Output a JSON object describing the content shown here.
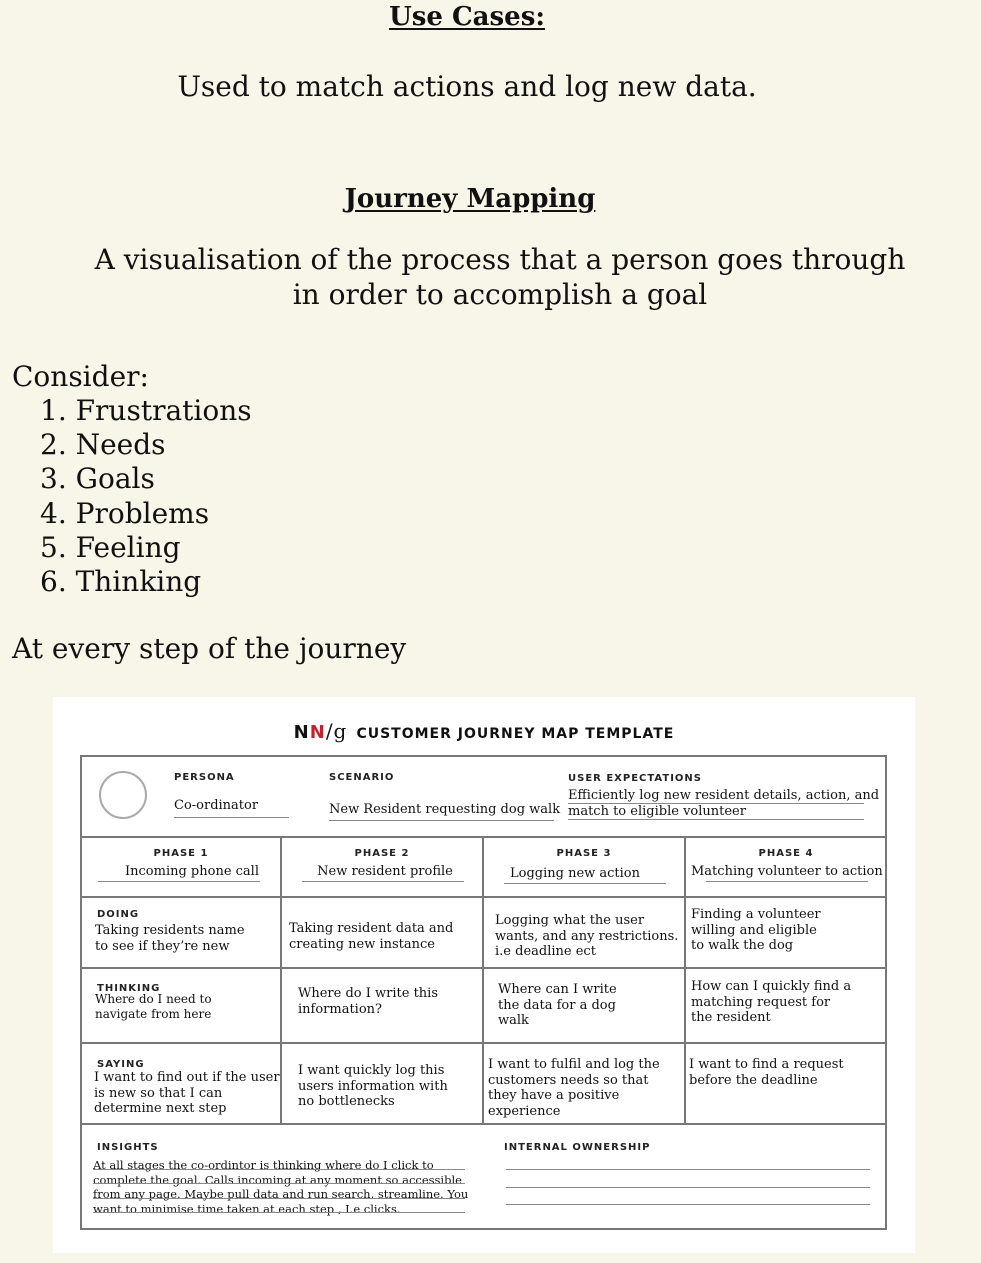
{
  "use_cases": {
    "title": "Use Cases:",
    "description": "Used to match actions and log new data."
  },
  "journey_mapping": {
    "title": "Journey Mapping",
    "description": "A visualisation of the process that a person goes through in order to accomplish a goal",
    "consider_label": "Consider:",
    "consider_items": [
      "1. Frustrations",
      "2. Needs",
      "3. Goals",
      "4. Problems",
      "5. Feeling",
      "6. Thinking"
    ],
    "footer": "At every step of the journey"
  },
  "template": {
    "logo_n1": "N",
    "logo_n2": "N",
    "logo_g": "/g",
    "title": "CUSTOMER JOURNEY MAP TEMPLATE",
    "persona_label": "PERSONA",
    "persona_value": "Co-ordinator",
    "scenario_label": "SCENARIO",
    "scenario_value": "New Resident requesting dog walk",
    "expectations_label": "USER EXPECTATIONS",
    "expectations_value": "Efficiently log new resident details, action, and match to eligible volunteer",
    "phases": [
      {
        "label": "PHASE 1",
        "name": "Incoming phone call"
      },
      {
        "label": "PHASE 2",
        "name": "New resident profile"
      },
      {
        "label": "PHASE 3",
        "name": "Logging new action"
      },
      {
        "label": "PHASE 4",
        "name": "Matching volunteer to action"
      }
    ],
    "doing": {
      "label": "DOING",
      "cells": [
        "Taking residents name\nto see if they’re new",
        "Taking resident data and\ncreating new instance",
        "Logging what the user\nwants, and any restrictions.\ni.e deadline ect",
        "Finding a volunteer\nwilling and eligible\nto walk the dog"
      ]
    },
    "thinking": {
      "label": "THINKING",
      "cells": [
        "Where do I need to\nnavigate from here",
        "Where do I write this\ninformation?",
        "Where can I write\nthe data for a dog\nwalk",
        "How can I quickly find a\nmatching request for\nthe resident"
      ]
    },
    "saying": {
      "label": "SAYING",
      "cells": [
        "I want to find out if the user\nis new so that I can\ndetermine next step",
        "I want quickly log this\nusers information with\nno bottlenecks",
        "I want to fulfil and log the\ncustomers needs so that\nthey have a positive\nexperience",
        "I want to find a request\nbefore the deadline"
      ]
    },
    "insights_label": "INSIGHTS",
    "insights_value": "At all stages the co-ordintor is thinking where do I click to\ncomplete the goal. Calls incoming at any moment so accessible\nfrom any page. Maybe pull data and run search, streamline. You\nwant to minimise time taken at each step , I.e clicks.",
    "ownership_label": "INTERNAL OWNERSHIP"
  }
}
